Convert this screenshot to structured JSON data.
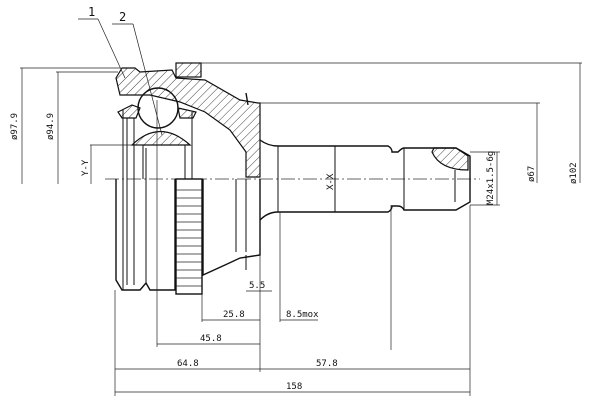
{
  "callouts": [
    "1",
    "2"
  ],
  "diameters": {
    "outer_housing": "ø97.9",
    "inner_housing": "ø94.9",
    "abs_ring": "ø102",
    "seal_seat": "ø67"
  },
  "axis_labels": {
    "vertical": "Y-Y",
    "shaft": "X-X"
  },
  "thread": "M24x1.5-6g",
  "lengths": {
    "ring_width": "5.5",
    "ring_to_flange": "25.8",
    "seal_offset": "8.5mox",
    "ball_center": "45.8",
    "housing_length": "64.8",
    "shaft_length": "57.8",
    "total_length": "158"
  }
}
